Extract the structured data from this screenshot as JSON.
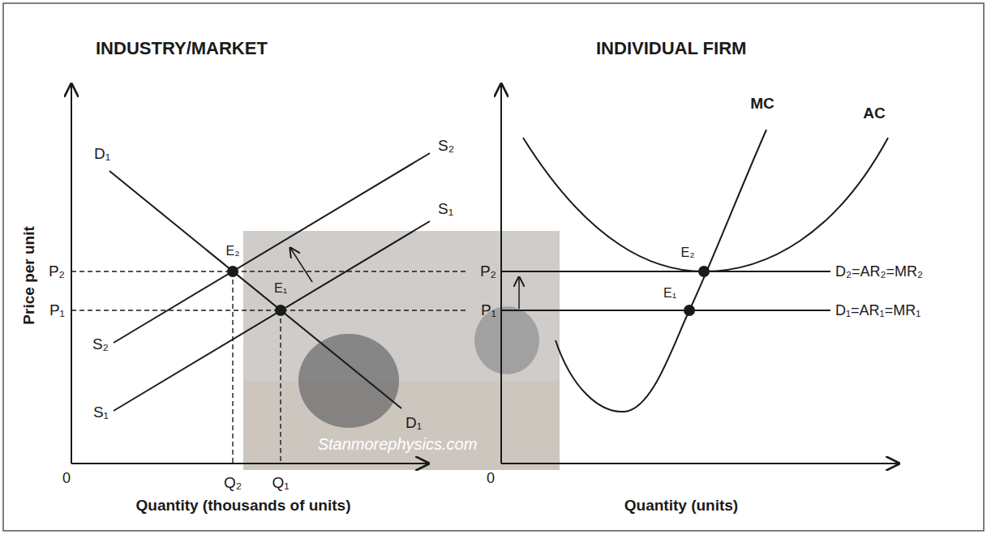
{
  "diagram": {
    "labels": [
      "INDUSTRY/MARKET",
      "Price per unit",
      "D₁",
      "S₂",
      "S₁",
      "P₂",
      "E₂",
      "P₁",
      "E₁",
      "S₂",
      "S₁",
      "D₁",
      "0",
      "Q₂",
      "Q₁",
      "Quantity (thousands of units)",
      "INDIVIDUAL FIRM",
      "MC",
      "AC",
      "P₂",
      "E₂",
      "D₂=AR₂=MR₂",
      "P₁",
      "E₁",
      "D₁=AR₁=MR₁",
      "0",
      "Quantity (units)",
      "Stanmorephysics.com"
    ]
  }
}
